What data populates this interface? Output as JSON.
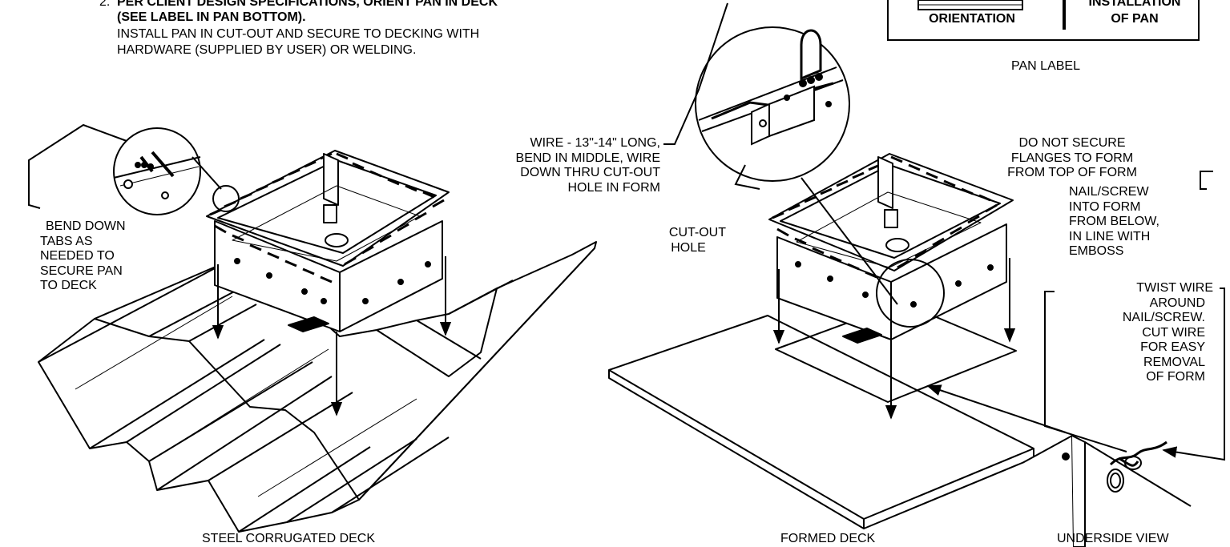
{
  "instructions": {
    "step_number": "2.",
    "step_bold_line1": "PER CLIENT DESIGN SPECIFICATIONS, ORIENT PAN IN DECK",
    "step_bold_line2": "(SEE LABEL IN PAN BOTTOM).",
    "step_line3": "INSTALL PAN IN CUT-OUT AND SECURE TO DECKING WITH",
    "step_line4": "HARDWARE (SUPPLIED BY USER) OR WELDING."
  },
  "pan_label": {
    "left_text": "ORIENTATION",
    "right_text_line1": "INSTALLATION",
    "right_text_line2": "OF PAN",
    "caption": "PAN LABEL"
  },
  "callouts": {
    "bend_tabs": [
      "BEND DOWN",
      "TABS AS",
      "NEEDED TO",
      "SECURE PAN",
      "TO DECK"
    ],
    "wire": [
      "WIRE - 13\"-14\" LONG,",
      "BEND IN MIDDLE, WIRE",
      "DOWN THRU CUT-OUT",
      "HOLE IN FORM"
    ],
    "cutout_hole": [
      "CUT-OUT",
      "HOLE"
    ],
    "do_not_secure": [
      "DO NOT SECURE",
      "FLANGES TO FORM",
      "FROM TOP OF FORM"
    ],
    "nail_screw": [
      "NAIL/SCREW",
      "INTO FORM",
      "FROM BELOW,",
      "IN LINE WITH",
      "EMBOSS"
    ],
    "twist_wire": [
      "TWIST WIRE",
      "AROUND",
      "NAIL/SCREW.",
      "CUT WIRE",
      "FOR EASY",
      "REMOVAL",
      "OF FORM"
    ]
  },
  "captions": {
    "steel_deck": "STEEL CORRUGATED DECK",
    "formed_deck": "FORMED DECK",
    "underside_view": "UNDERSIDE VIEW"
  }
}
